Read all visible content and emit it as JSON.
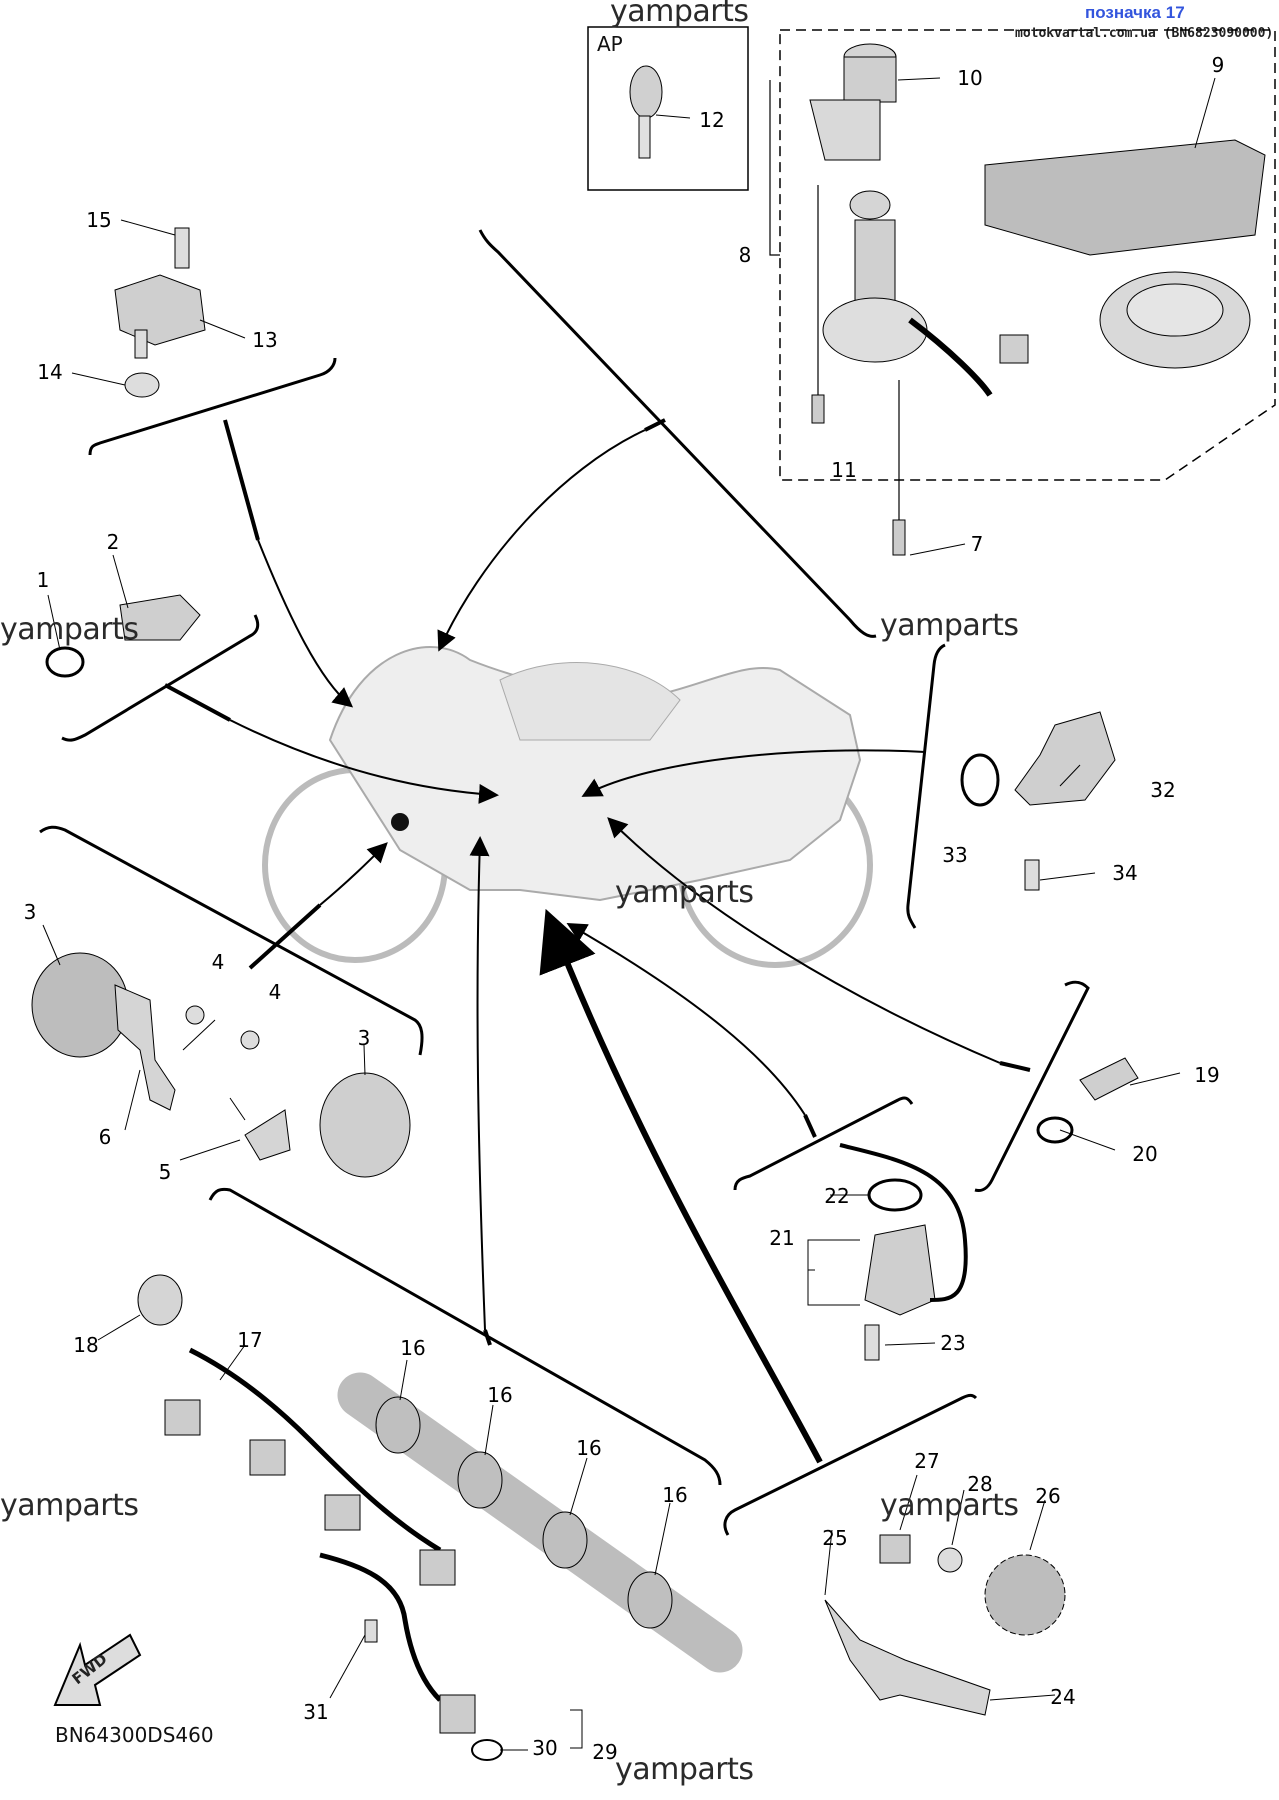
{
  "header": {
    "link_text": "позначка 17",
    "subtitle": "motokvartal.com.ua (BN6823090000)"
  },
  "watermark": "yamparts",
  "diagram": {
    "code": "BN64300DS460",
    "ap_label": "AP",
    "fwd_label": "FWD"
  },
  "parts": [
    {
      "number": "1"
    },
    {
      "number": "2"
    },
    {
      "number": "3"
    },
    {
      "number": "3"
    },
    {
      "number": "4"
    },
    {
      "number": "4"
    },
    {
      "number": "5"
    },
    {
      "number": "6"
    },
    {
      "number": "7"
    },
    {
      "number": "8"
    },
    {
      "number": "9"
    },
    {
      "number": "10"
    },
    {
      "number": "11"
    },
    {
      "number": "12"
    },
    {
      "number": "13"
    },
    {
      "number": "14"
    },
    {
      "number": "15"
    },
    {
      "number": "16"
    },
    {
      "number": "16"
    },
    {
      "number": "16"
    },
    {
      "number": "16"
    },
    {
      "number": "17"
    },
    {
      "number": "18"
    },
    {
      "number": "19"
    },
    {
      "number": "20"
    },
    {
      "number": "21"
    },
    {
      "number": "22"
    },
    {
      "number": "23"
    },
    {
      "number": "24"
    },
    {
      "number": "25"
    },
    {
      "number": "26"
    },
    {
      "number": "27"
    },
    {
      "number": "28"
    },
    {
      "number": "29"
    },
    {
      "number": "30"
    },
    {
      "number": "31"
    },
    {
      "number": "32"
    },
    {
      "number": "33"
    },
    {
      "number": "34"
    }
  ],
  "colors": {
    "link": "#3355dd",
    "line": "#000000",
    "part_fill": "#d9d9d9",
    "bike_fill": "#eeeeee"
  }
}
